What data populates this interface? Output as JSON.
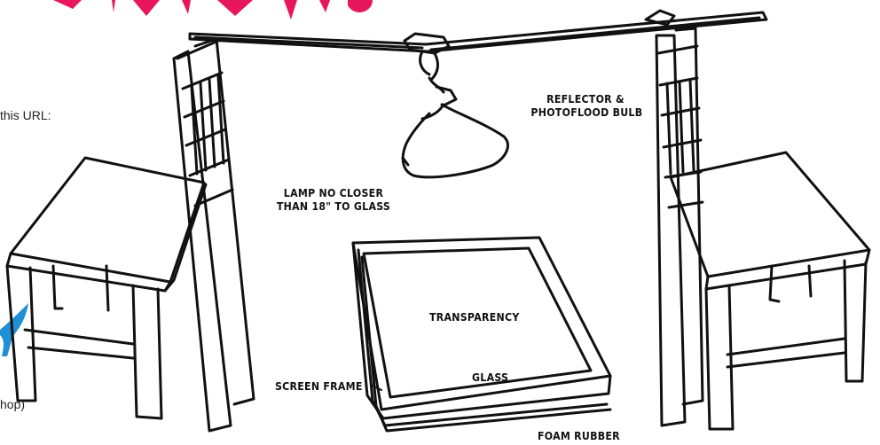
{
  "page_fragments": {
    "url_text": "this URL:",
    "bottom_text": "hop)"
  },
  "labels": {
    "reflector_line1": "REFLECTOR &",
    "reflector_line2": "PHOTOFLOOD BULB",
    "lamp_line1": "LAMP NO CLOSER",
    "lamp_line2": "THAN 18\" TO GLASS",
    "transparency": "TRANSPARENCY",
    "glass": "GLASS",
    "screen_frame": "SCREEN FRAME",
    "foam_rubber": "FOAM RUBBER"
  },
  "colors": {
    "ink": "#111111",
    "header_pink": "#e8175d",
    "accent_blue": "#1f8fd6"
  }
}
